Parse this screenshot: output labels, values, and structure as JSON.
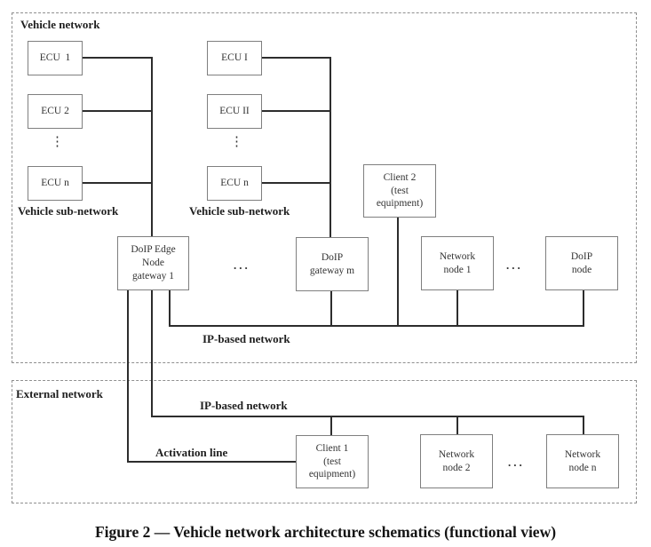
{
  "colors": {
    "line": "#2d2d2d",
    "box_border": "#7f7f7f",
    "dashed_border": "#8f8f8f",
    "text": "#2b2b2b"
  },
  "vehicle_network": {
    "title": "Vehicle network",
    "left_subnet": {
      "label": "Vehicle sub-network",
      "ecus": [
        "ECU  1",
        "ECU 2",
        "ECU n"
      ],
      "ellipsis": "⋮"
    },
    "mid_subnet": {
      "label": "Vehicle sub-network",
      "ecus": [
        "ECU I",
        "ECU II",
        "ECU n"
      ],
      "ellipsis": "⋮"
    },
    "client2_label": "Client 2\n(test\nequipment)",
    "doip_edge_label": "DoIP Edge\nNode\ngateway 1",
    "gateway_ellipsis": "...",
    "doip_gateway_m_label": "DoIP\ngateway m",
    "network_node1_label": "Network\nnode 1",
    "node_ellipsis": "...",
    "doip_node_label": "DoIP\nnode",
    "ip_bus_label": "IP-based network"
  },
  "external_network": {
    "title": "External network",
    "ip_bus_label": "IP-based network",
    "activation_line_label": "Activation line",
    "client1_label": "Client 1\n(test\nequipment)",
    "network_node2_label": "Network\nnode 2",
    "node_ellipsis": "...",
    "network_node_n_label": "Network\nnode n"
  },
  "caption": "Figure 2 — Vehicle network architecture schematics (functional view)"
}
